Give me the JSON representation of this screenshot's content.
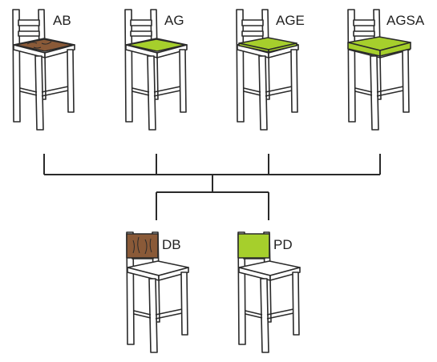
{
  "colors": {
    "line": "#2a2a2a",
    "wood_light": "#ffffff",
    "walnut": "#8a5a38",
    "lime": "#a6cf2c"
  },
  "top_row": [
    {
      "label": "AB",
      "seat": "walnut-seat"
    },
    {
      "label": "AG",
      "seat": "lime-flat-cushion"
    },
    {
      "label": "AGE",
      "seat": "lime-raised-cushion"
    },
    {
      "label": "AGSA",
      "seat": "lime-upholstered-seat"
    }
  ],
  "bottom_row": [
    {
      "label": "DB",
      "back": "walnut-backrest"
    },
    {
      "label": "PD",
      "back": "lime-backrest"
    }
  ]
}
